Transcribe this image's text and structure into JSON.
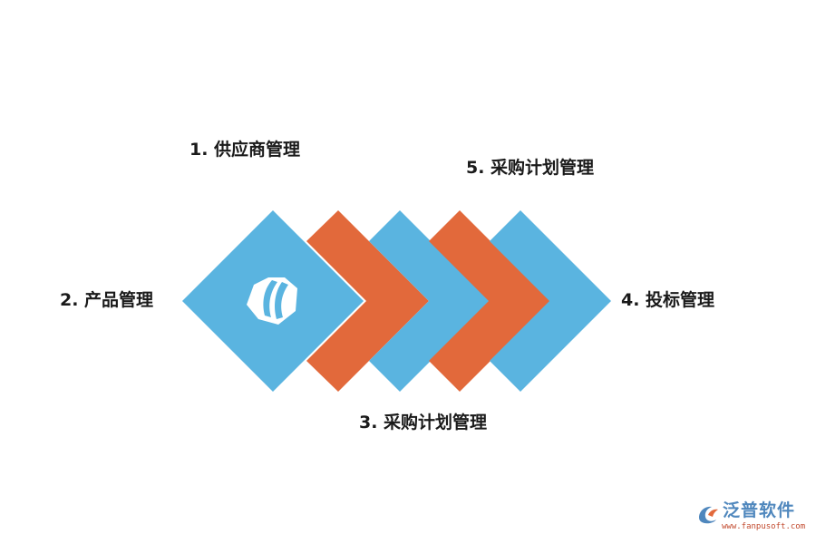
{
  "steps": {
    "step1": "1. 供应商管理",
    "step2": "2. 产品管理",
    "step3": "3. 采购计划管理",
    "step4": "4. 投标管理",
    "step5": "5. 采购计划管理"
  },
  "colors": {
    "blue": "#5ab4e0",
    "orange": "#e2693b",
    "white": "#ffffff"
  },
  "icon": "hexagon-leaf-logo-icon",
  "watermark": {
    "brand": "泛普软件",
    "url": "www.fanpusoft.com",
    "icon": "fanpu-logo-icon"
  }
}
